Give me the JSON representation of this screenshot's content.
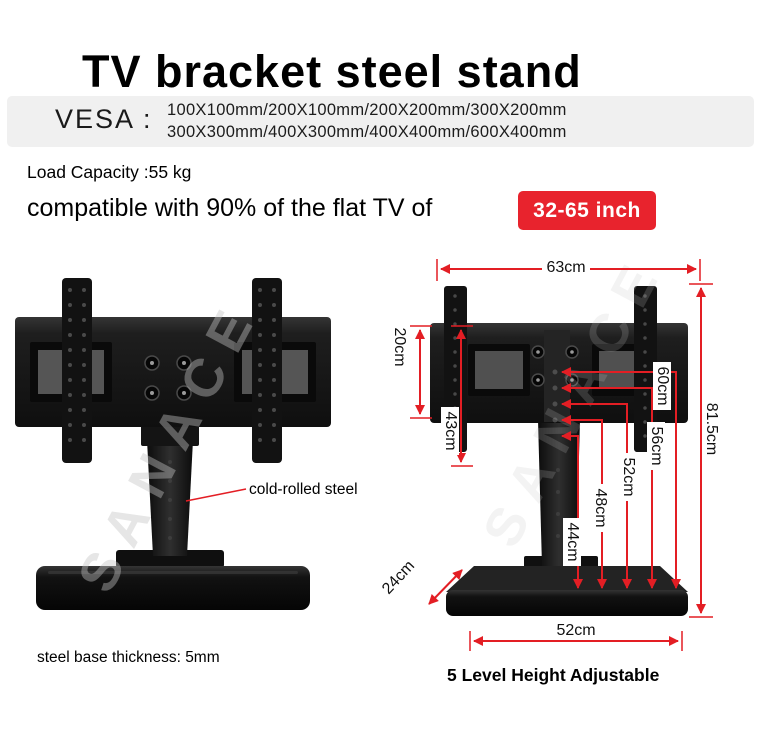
{
  "page": {
    "title": "TV bracket steel stand"
  },
  "vesa": {
    "label": "VESA :",
    "line1": "100X100mm/200X100mm/200X200mm/300X200mm",
    "line2": "300X300mm/400X300mm/400X400mm/600X400mm"
  },
  "specs": {
    "load_capacity": "Load Capacity :55 kg",
    "compatible_text": "compatible with 90% of the flat TV of",
    "size_badge": "32-65 inch"
  },
  "dimensions": {
    "top_width": "63cm",
    "plate_height": "20cm",
    "bracket_height": "43cm",
    "height_level_5": "60cm",
    "total_height": "81.5cm",
    "height_level_4": "56cm",
    "height_level_3": "52cm",
    "height_level_2": "48cm",
    "height_level_1": "44cm",
    "base_depth": "24cm",
    "base_width": "52cm"
  },
  "annotations": {
    "cold_rolled_steel": "cold-rolled steel",
    "base_thickness": "steel base thickness: 5mm",
    "height_adjustable": "5 Level Height Adjustable",
    "watermark": "SANACE"
  },
  "colors": {
    "accent_red": "#e31e24",
    "badge_red": "#e8232d",
    "band_gray": "#f0f0f0",
    "product_black": "#181818"
  }
}
